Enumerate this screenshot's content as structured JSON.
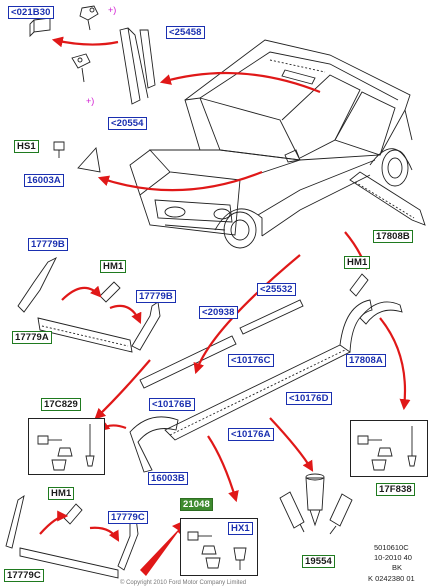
{
  "labels": {
    "l021b30": "<021B30",
    "l25458": "<25458",
    "l20554": "<20554",
    "hs1": "HS1",
    "l16003a": "16003A",
    "l17808b": "17808B",
    "l17779b_top": "17779B",
    "hm1_top": "HM1",
    "l17779b_mid": "17779B",
    "l17779a": "17779A",
    "l25532": "<25532",
    "l20938": "<20938",
    "hm1_right": "HM1",
    "l10176c": "<10176C",
    "l17808a": "17808A",
    "l10176d": "<10176D",
    "l17c829": "17C829",
    "l10176b": "<10176B",
    "l10176a": "<10176A",
    "l16003b": "16003B",
    "l17f838": "17F838",
    "hm1_bottom": "HM1",
    "l17779c_top": "17779C",
    "l21048": "21048",
    "hx1": "HX1",
    "l17779c_bottom": "17779C",
    "l19554": "19554"
  },
  "plus_marks": {
    "p1": "+)",
    "p2": "+)"
  },
  "footer": {
    "line1": "5010610C",
    "line2": "10-2010 40",
    "line3": "BK",
    "line4": "K 0242380 01"
  },
  "caption": "© Copyright 2010 Ford Motor Company Limited",
  "colors": {
    "label_border_blue": "#1a2fb0",
    "label_border_green": "#1f7a1f",
    "highlight_green": "#3e8a2e",
    "arrow_red": "#e01818",
    "accent_magenta": "#d11ad1"
  }
}
